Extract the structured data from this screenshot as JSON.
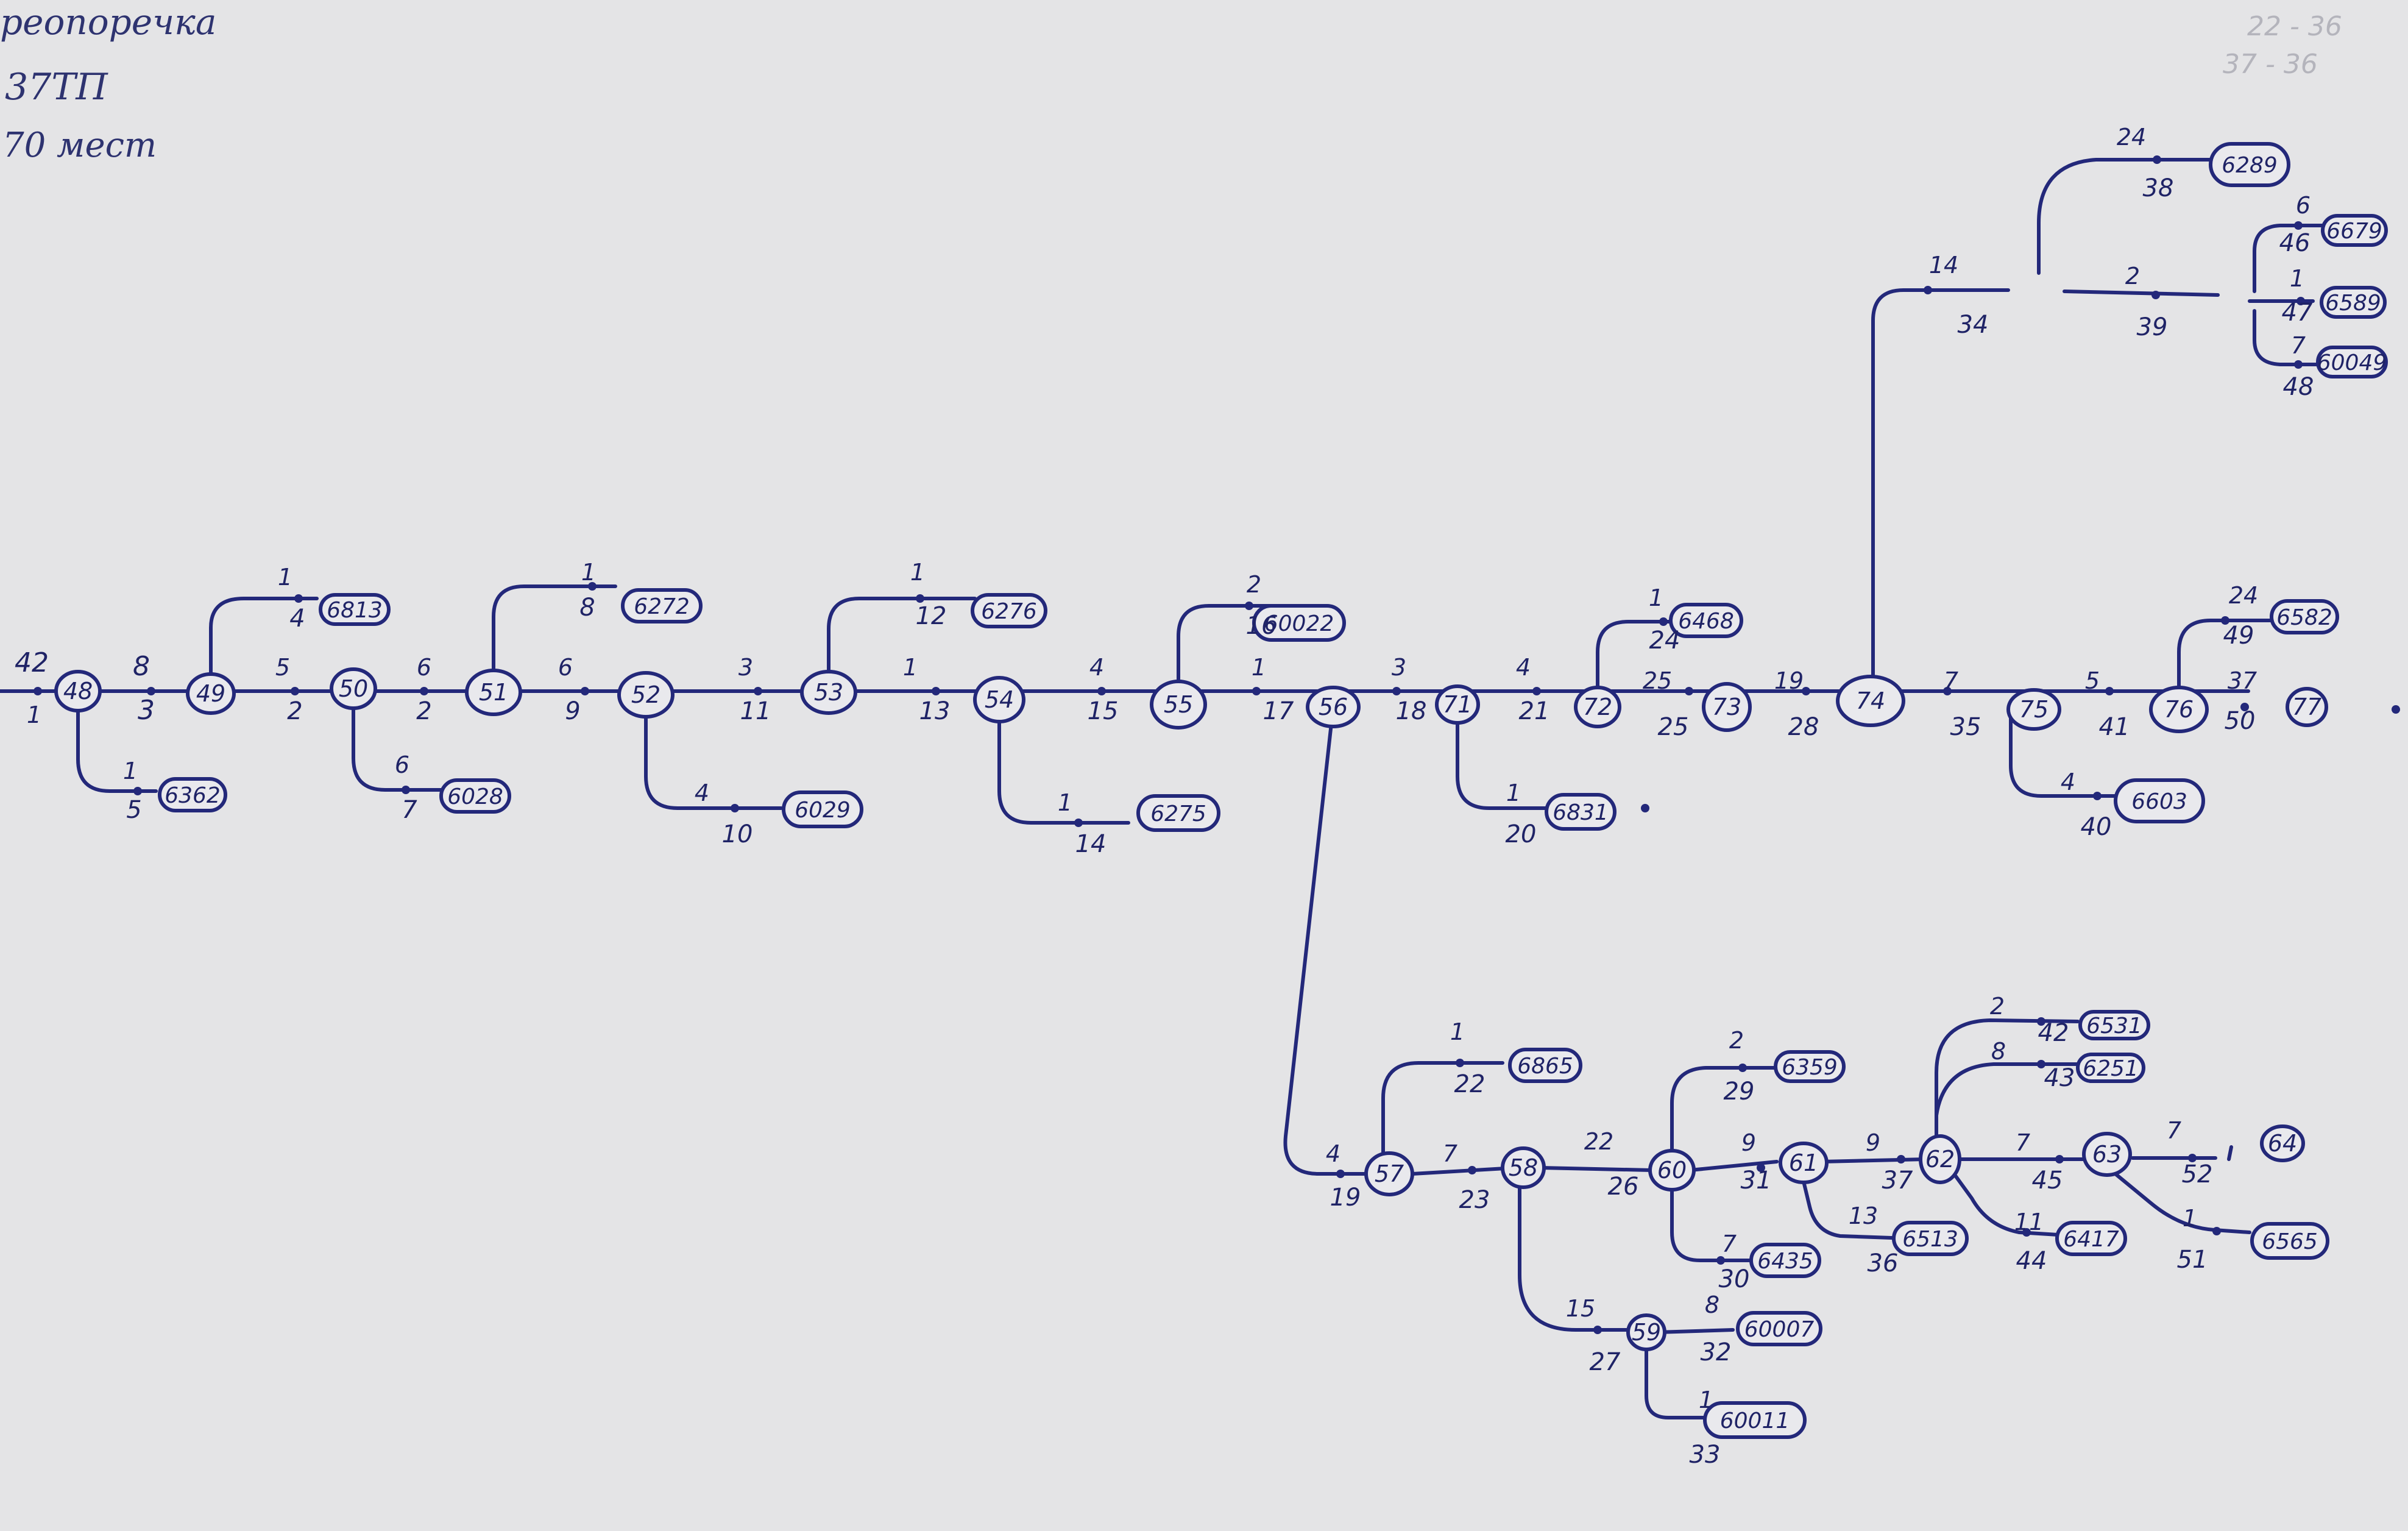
{
  "header": {
    "title": "реопоречка",
    "line2": "37ТП",
    "line3": "70 мест"
  },
  "corner_notes": [
    "22 - 36",
    "37 - 36"
  ],
  "diagram": {
    "nodes": [
      "48",
      "49",
      "50",
      "51",
      "52",
      "53",
      "54",
      "55",
      "56",
      "71",
      "72",
      "73",
      "74",
      "75",
      "76",
      "77",
      "57",
      "58",
      "60",
      "61",
      "62",
      "63",
      "64",
      "59"
    ],
    "terminals": [
      "6813",
      "6362",
      "6028",
      "6272",
      "6029",
      "6276",
      "6275",
      "60022",
      "6831",
      "6468",
      "6289",
      "6679",
      "6589",
      "60049",
      "6582",
      "6603",
      "6865",
      "6359",
      "6435",
      "6531",
      "6251",
      "6513",
      "6417",
      "6565",
      "60007",
      "60011"
    ],
    "labels": [
      "42",
      "1",
      "8",
      "3",
      "1",
      "4",
      "5",
      "2",
      "1",
      "5",
      "6",
      "2",
      "6",
      "7",
      "1",
      "8",
      "6",
      "9",
      "4",
      "10",
      "3",
      "11",
      "1",
      "12",
      "1",
      "13",
      "1",
      "14",
      "4",
      "15",
      "2",
      "16",
      "1",
      "17",
      "3",
      "18",
      "1",
      "20",
      "4",
      "21",
      "1",
      "24",
      "25",
      "25",
      "19",
      "28",
      "14",
      "34",
      "24",
      "38",
      "2",
      "39",
      "6",
      "46",
      "1",
      "47",
      "7",
      "48",
      "7",
      "35",
      "5",
      "41",
      "24",
      "49",
      "37",
      "50",
      "4",
      "40",
      "4",
      "19",
      "1",
      "22",
      "7",
      "23",
      "22",
      "26",
      "2",
      "29",
      "7",
      "30",
      "9",
      "31",
      "15",
      "27",
      "8",
      "32",
      "1",
      "33",
      "9",
      "37",
      "13",
      "36",
      "2",
      "42",
      "8",
      "43",
      "7",
      "45",
      "11",
      "44",
      "7",
      "52",
      "1",
      "51"
    ]
  }
}
